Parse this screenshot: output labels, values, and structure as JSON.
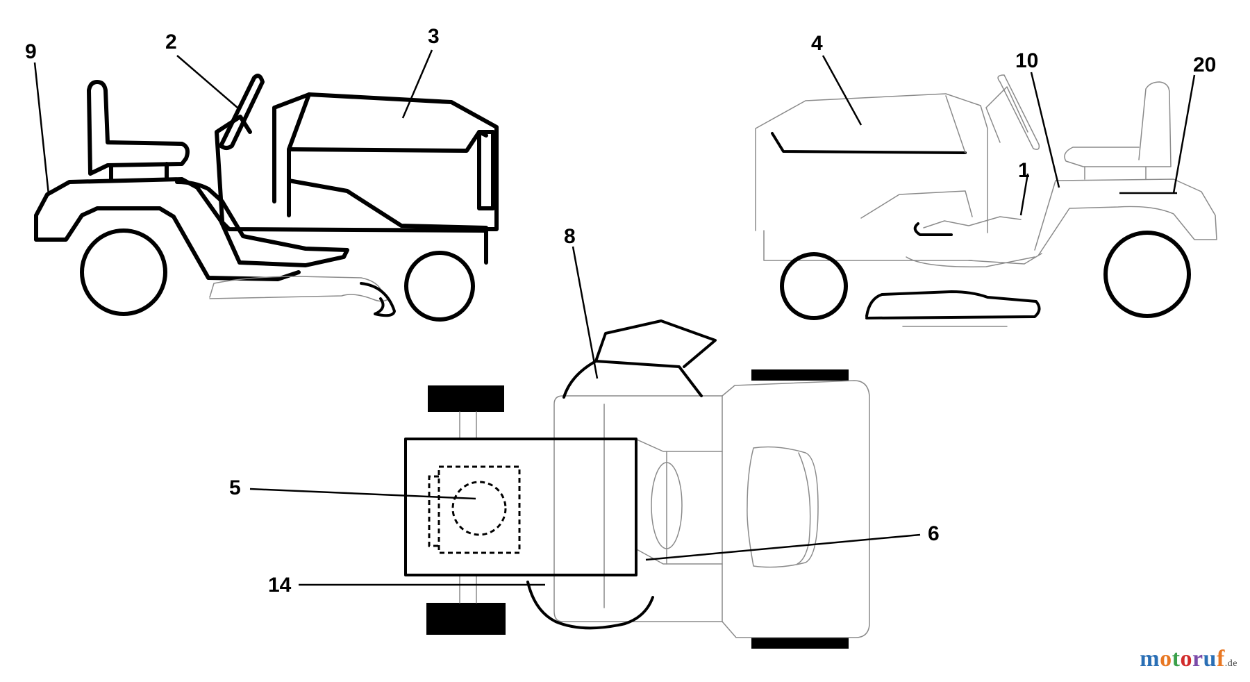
{
  "diagram": {
    "callouts": [
      {
        "id": "9",
        "label": "9"
      },
      {
        "id": "2",
        "label": "2"
      },
      {
        "id": "3",
        "label": "3"
      },
      {
        "id": "4",
        "label": "4"
      },
      {
        "id": "10",
        "label": "10"
      },
      {
        "id": "20",
        "label": "20"
      },
      {
        "id": "1",
        "label": "1"
      },
      {
        "id": "8",
        "label": "8"
      },
      {
        "id": "5",
        "label": "5"
      },
      {
        "id": "6",
        "label": "6"
      },
      {
        "id": "14",
        "label": "14"
      }
    ]
  },
  "watermark": {
    "letters": [
      "m",
      "o",
      "t",
      "o",
      "r",
      "u",
      "f"
    ],
    "colors": [
      "#2a6fb5",
      "#e87722",
      "#3aa04a",
      "#d22b2b",
      "#7b4aa8",
      "#2a6fb5",
      "#e87722"
    ],
    "tld": ".de"
  }
}
